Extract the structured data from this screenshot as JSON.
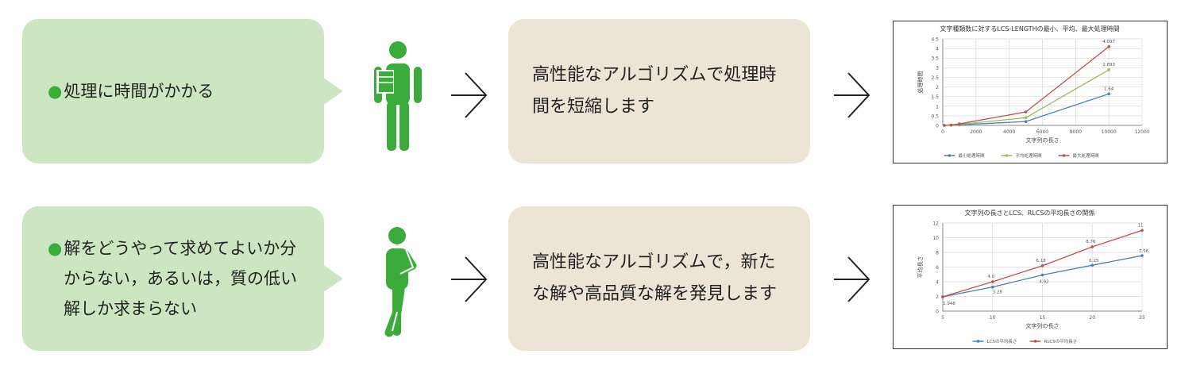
{
  "rows": [
    {
      "problem": "処理に時間がかかる",
      "solution_lines": [
        "高性能なアルゴリズムで処理時",
        "間を短縮します"
      ]
    },
    {
      "problem_lines": [
        "解をどうやって求めてよいか分",
        "からない，あるいは，質の低い",
        "解しか求まらない"
      ],
      "solution_lines": [
        "高性能なアルゴリズムで，新た",
        "な解や高品質な解を発見します"
      ]
    }
  ],
  "colors": {
    "bubble_green": "#cce6c2",
    "bullet_green": "#3bab3b",
    "person_green": "#3bab3b",
    "solution_beige": "#ece5d6",
    "series_blue": "#4a7ebb",
    "series_green": "#9bbb59",
    "series_red": "#c0504d"
  },
  "icons": [
    "person-holding-document-icon",
    "person-thinking-icon",
    "arrow-right-icon"
  ],
  "chart_data": [
    {
      "type": "line",
      "title": "文字種類数に対するLCS-LENGTHの最小、平均、最大処理時間",
      "xlabel": "文字列の長さ",
      "ylabel": "処理時間",
      "xlim": [
        0,
        12000
      ],
      "ylim": [
        0,
        4.5
      ],
      "x_ticks": [
        "0",
        "2000",
        "4000",
        "6000",
        "8000",
        "10000",
        "12000"
      ],
      "y_ticks": [
        "0",
        "0.5",
        "1",
        "1.5",
        "2",
        "2.5",
        "3",
        "3.5",
        "4",
        "4.5"
      ],
      "x": [
        100,
        500,
        1000,
        5000,
        10000
      ],
      "series": [
        {
          "name": "最小処理時間",
          "color": "#4a7ebb",
          "values": [
            0.0,
            0.01,
            0.03,
            0.2,
            1.64
          ]
        },
        {
          "name": "平均処理時間",
          "color": "#9bbb59",
          "values": [
            0.0,
            0.01,
            0.05,
            0.4,
            2.893
          ]
        },
        {
          "name": "最大処理時間",
          "color": "#c0504d",
          "values": [
            0.0,
            0.02,
            0.08,
            0.7,
            4.097
          ]
        }
      ],
      "annotations": [
        "1.64",
        "2.893",
        "4.097"
      ],
      "legend": "bottom"
    },
    {
      "type": "line",
      "title": "文字列の長さとLCS、RLCSの平均長さの関係",
      "xlabel": "文字列の長さ",
      "ylabel": "平均長さ",
      "xlim": [
        5,
        25
      ],
      "ylim": [
        0,
        12
      ],
      "x_ticks": [
        "5",
        "10",
        "15",
        "20",
        "25"
      ],
      "y_ticks": [
        "0",
        "2",
        "4",
        "6",
        "8",
        "10",
        "12"
      ],
      "x": [
        5,
        10,
        15,
        20,
        25
      ],
      "series": [
        {
          "name": "LCSの平均長さ",
          "color": "#4a7ebb",
          "values": [
            1.948,
            3.28,
            4.92,
            6.25,
            7.56
          ]
        },
        {
          "name": "RLCSの平均長さ",
          "color": "#c0504d",
          "values": [
            1.948,
            4.0,
            6.18,
            8.76,
            11.0
          ]
        }
      ],
      "annotations": [
        "1.948",
        "3.28",
        "4.92",
        "6.25",
        "7.56",
        "4.0",
        "6.18",
        "8.76",
        "11"
      ],
      "legend": "bottom"
    }
  ]
}
